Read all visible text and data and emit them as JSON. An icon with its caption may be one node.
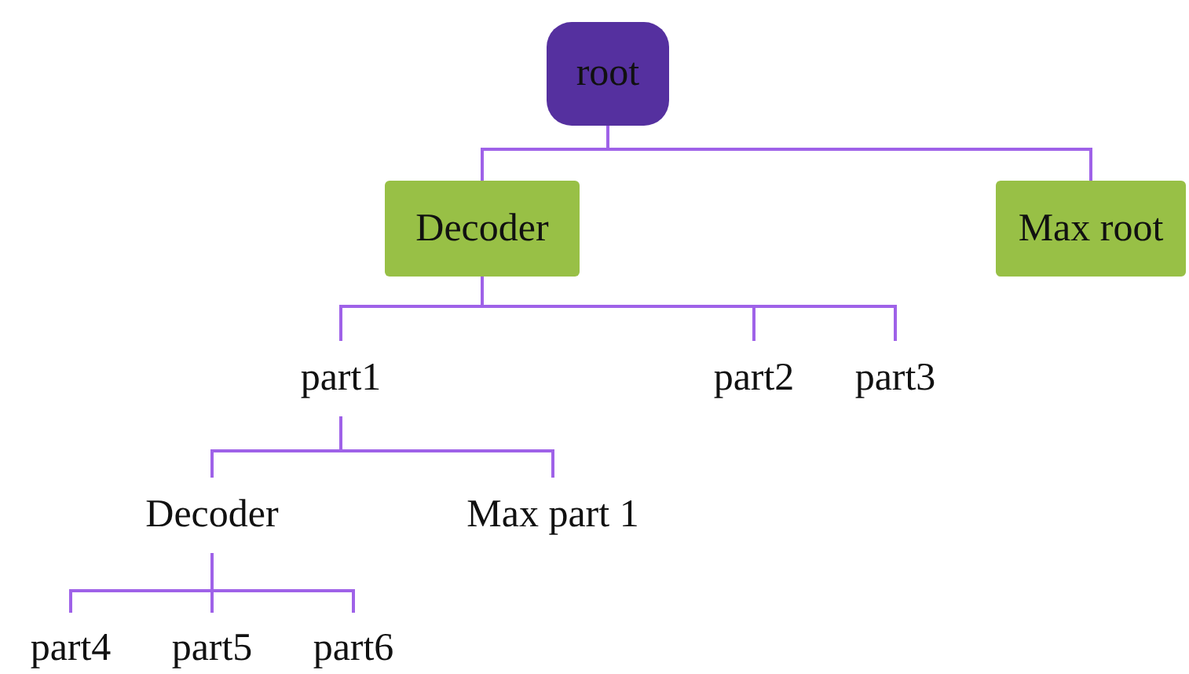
{
  "diagram": {
    "nodes": [
      {
        "text": [
          "root"
        ]
      },
      {
        "text": [
          "Decoder"
        ]
      },
      {
        "text": [
          "Max root"
        ]
      },
      {
        "text": [
          "part1"
        ]
      },
      {
        "text": [
          "part2"
        ]
      },
      {
        "text": [
          "part3"
        ]
      },
      {
        "text": [
          "Decoder"
        ]
      },
      {
        "text": [
          "Max part 1"
        ]
      },
      {
        "text": [
          "part4"
        ]
      },
      {
        "text": [
          "part5"
        ]
      },
      {
        "text": [
          "part6"
        ]
      }
    ],
    "edges": [
      {
        "from": 0,
        "to": 1,
        "arrow": "none"
      },
      {
        "from": 0,
        "to": 2,
        "arrow": "none"
      },
      {
        "from": 1,
        "to": 3,
        "arrow": "none"
      },
      {
        "from": 1,
        "to": 4,
        "arrow": "none"
      },
      {
        "from": 1,
        "to": 5,
        "arrow": "none"
      },
      {
        "from": 3,
        "to": 6,
        "arrow": "none"
      },
      {
        "from": 3,
        "to": 7,
        "arrow": "none"
      },
      {
        "from": 6,
        "to": 8,
        "arrow": "none"
      },
      {
        "from": 6,
        "to": 9,
        "arrow": "none"
      },
      {
        "from": 6,
        "to": 10,
        "arrow": "none"
      }
    ]
  }
}
